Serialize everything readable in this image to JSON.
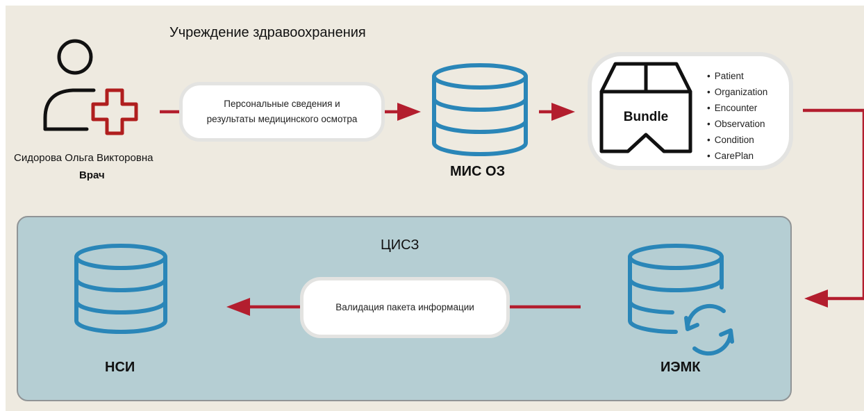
{
  "organization": {
    "title": "Учреждение здравоохранения"
  },
  "doctor": {
    "name": "Сидорова Ольга Викторовна",
    "role": "Врач"
  },
  "steps": {
    "personal_data": "Персональные сведения и результаты медицинского осмотра",
    "mis_label": "МИС ОЗ",
    "bundle_label": "Bundle",
    "bundle_items": [
      "Patient",
      "Organization",
      "Encounter",
      "Observation",
      "Condition",
      "CarePlan"
    ]
  },
  "cisz": {
    "title": "ЦИСЗ",
    "validation": "Валидация пакета информации",
    "nsi_label": "НСИ",
    "iemk_label": "ИЭМК"
  },
  "colors": {
    "background": "#eeeae0",
    "arrow": "#b31e2e",
    "database": "#2a86b8",
    "panel": "#b5ced3",
    "cross": "#b01e1e"
  },
  "icons": [
    "person-icon",
    "medical-cross-icon",
    "database-icon",
    "package-icon",
    "sync-icon"
  ]
}
